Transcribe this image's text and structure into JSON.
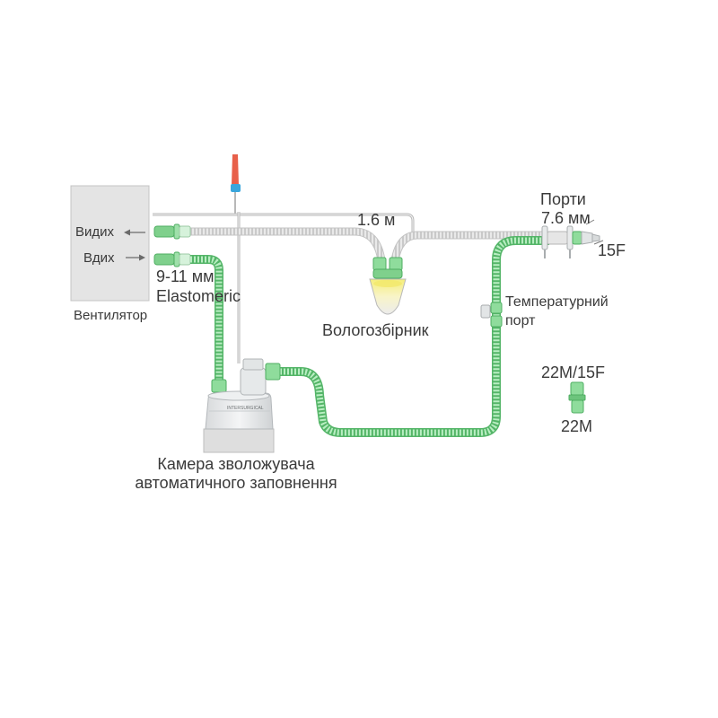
{
  "labels": {
    "exhale": "Видих",
    "inhale": "Вдих",
    "ventilator": "Вентилятор",
    "tube_size": "9-11 мм",
    "tube_material": "Elastomeric",
    "length": "1.6 м",
    "ports_title": "Порти",
    "ports_size": "7.6 мм",
    "f15": "15F",
    "temperature_port_line1": "Температурний",
    "temperature_port_line2": "порт",
    "water_trap": "Вологозбірник",
    "adapter_top": "22M/15F",
    "adapter_bottom": "22M",
    "chamber_line1": "Камера зволожувача",
    "chamber_line2": "автоматичного заповнення",
    "chamber_brand": "INTERSURGICAL"
  },
  "colors": {
    "tube_green": "#8fdc9c",
    "tube_green_dark": "#54b568",
    "connector_green": "#7fd08c",
    "ventilator_box": "#e4e4e4",
    "spike_red": "#e8604a",
    "spike_blue": "#3aa6dc",
    "water_trap_yellow": "#f2e86a",
    "line_gray": "#b8b8b8"
  }
}
